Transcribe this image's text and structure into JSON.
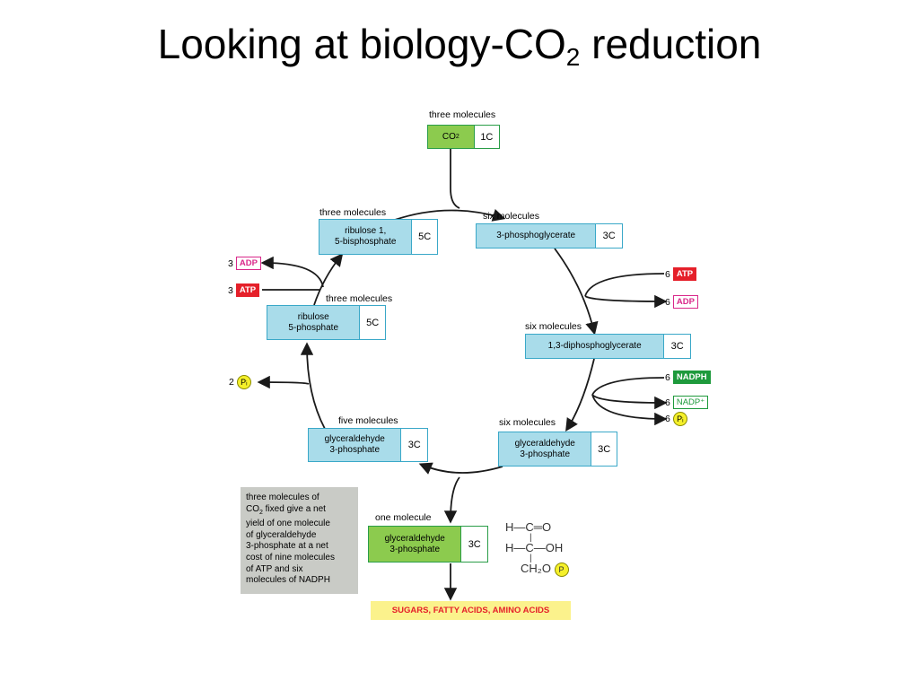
{
  "slide": {
    "title_pre": "Looking at biology-CO",
    "title_sub": "2",
    "title_post": " reduction"
  },
  "diagram": {
    "co2": {
      "caption": "three molecules",
      "name_pre": "CO",
      "name_sub": "2",
      "count": "1C"
    },
    "pga": {
      "caption": "six molecules",
      "name": "3-phosphoglycerate",
      "count": "3C"
    },
    "dpg": {
      "caption": "six molecules",
      "name": "1,3-diphosphoglycerate",
      "count": "3C"
    },
    "g3p_right": {
      "caption": "six molecules",
      "name": "glyceraldehyde\n3-phosphate",
      "count": "3C"
    },
    "g3p_left": {
      "caption": "five molecules",
      "name": "glyceraldehyde\n3-phosphate",
      "count": "3C"
    },
    "ru5p": {
      "caption": "three molecules",
      "name": "ribulose\n5-phosphate",
      "count": "5C"
    },
    "rubp": {
      "caption": "three molecules",
      "name": "ribulose 1,\n5-bisphosphate",
      "count": "5C"
    },
    "g3p_out": {
      "caption": "one molecule",
      "name": "glyceraldehyde\n3-phosphate",
      "count": "3C"
    },
    "cofactors": {
      "atp_in": {
        "num": "6",
        "label": "ATP"
      },
      "adp_out": {
        "num": "6",
        "label": "ADP"
      },
      "nadph_in": {
        "num": "6",
        "label": "NADPH"
      },
      "nadp_out": {
        "num": "6",
        "label": "NADP⁺"
      },
      "pi_out_right": {
        "num": "6",
        "label": "Pᵢ"
      },
      "pi_out_left": {
        "num": "2",
        "label": "Pᵢ"
      },
      "adp_left": {
        "num": "3",
        "label": "ADP"
      },
      "atp_left": {
        "num": "3",
        "label": "ATP"
      }
    },
    "note_pre": "three molecules of\nCO",
    "note_sub": "2",
    "note_post": " fixed give a net\nyield of one molecule\nof glyceraldehyde\n3-phosphate at a net\ncost of nine molecules\nof ATP and six\nmolecules of NADPH",
    "products": "SUGARS, FATTY ACIDS, AMINO ACIDS",
    "structure": {
      "line1": "H—C═O",
      "line2": "H—C—OH",
      "line3": "CH₂O",
      "phosphate": "P",
      "bond": "|"
    }
  }
}
